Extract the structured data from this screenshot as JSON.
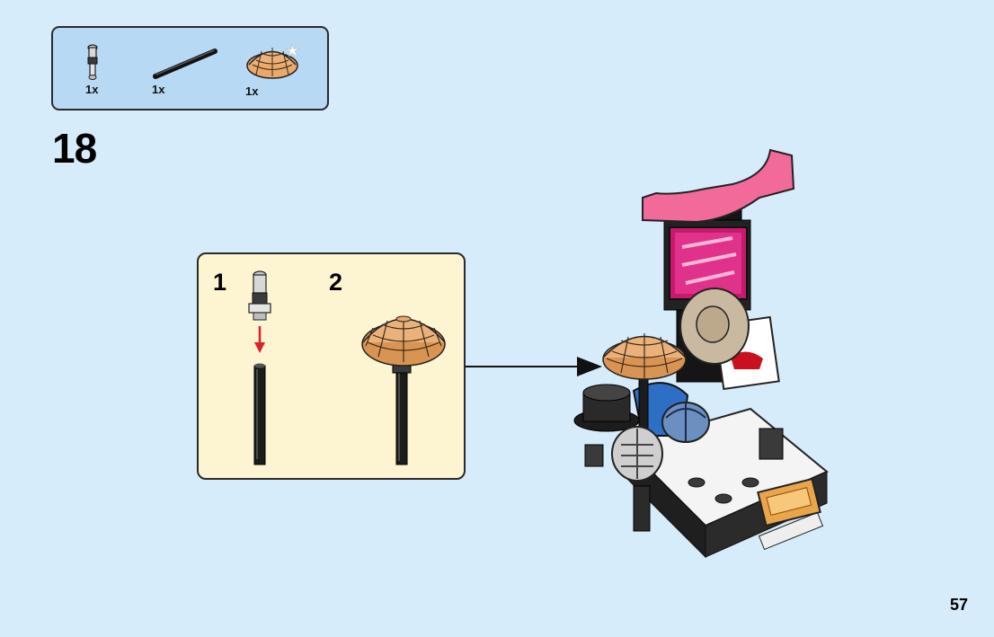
{
  "parts_list": {
    "items": [
      {
        "name": "bar-holder-clip-icon",
        "quantity": "1x"
      },
      {
        "name": "black-bar-icon",
        "quantity": "1x"
      },
      {
        "name": "conical-hat-icon",
        "quantity": "1x"
      }
    ]
  },
  "step": {
    "number": "18"
  },
  "substeps": [
    {
      "label": "1"
    },
    {
      "label": "2"
    }
  ],
  "page": {
    "number": "57"
  },
  "colors": {
    "background": "#d6ecfa",
    "parts_box": "#b7d9f4",
    "substep_box": "#fdf4d2",
    "hat": "#e8a96a",
    "sign_pink": "#f26a9a",
    "arrow_red": "#d8232a"
  }
}
